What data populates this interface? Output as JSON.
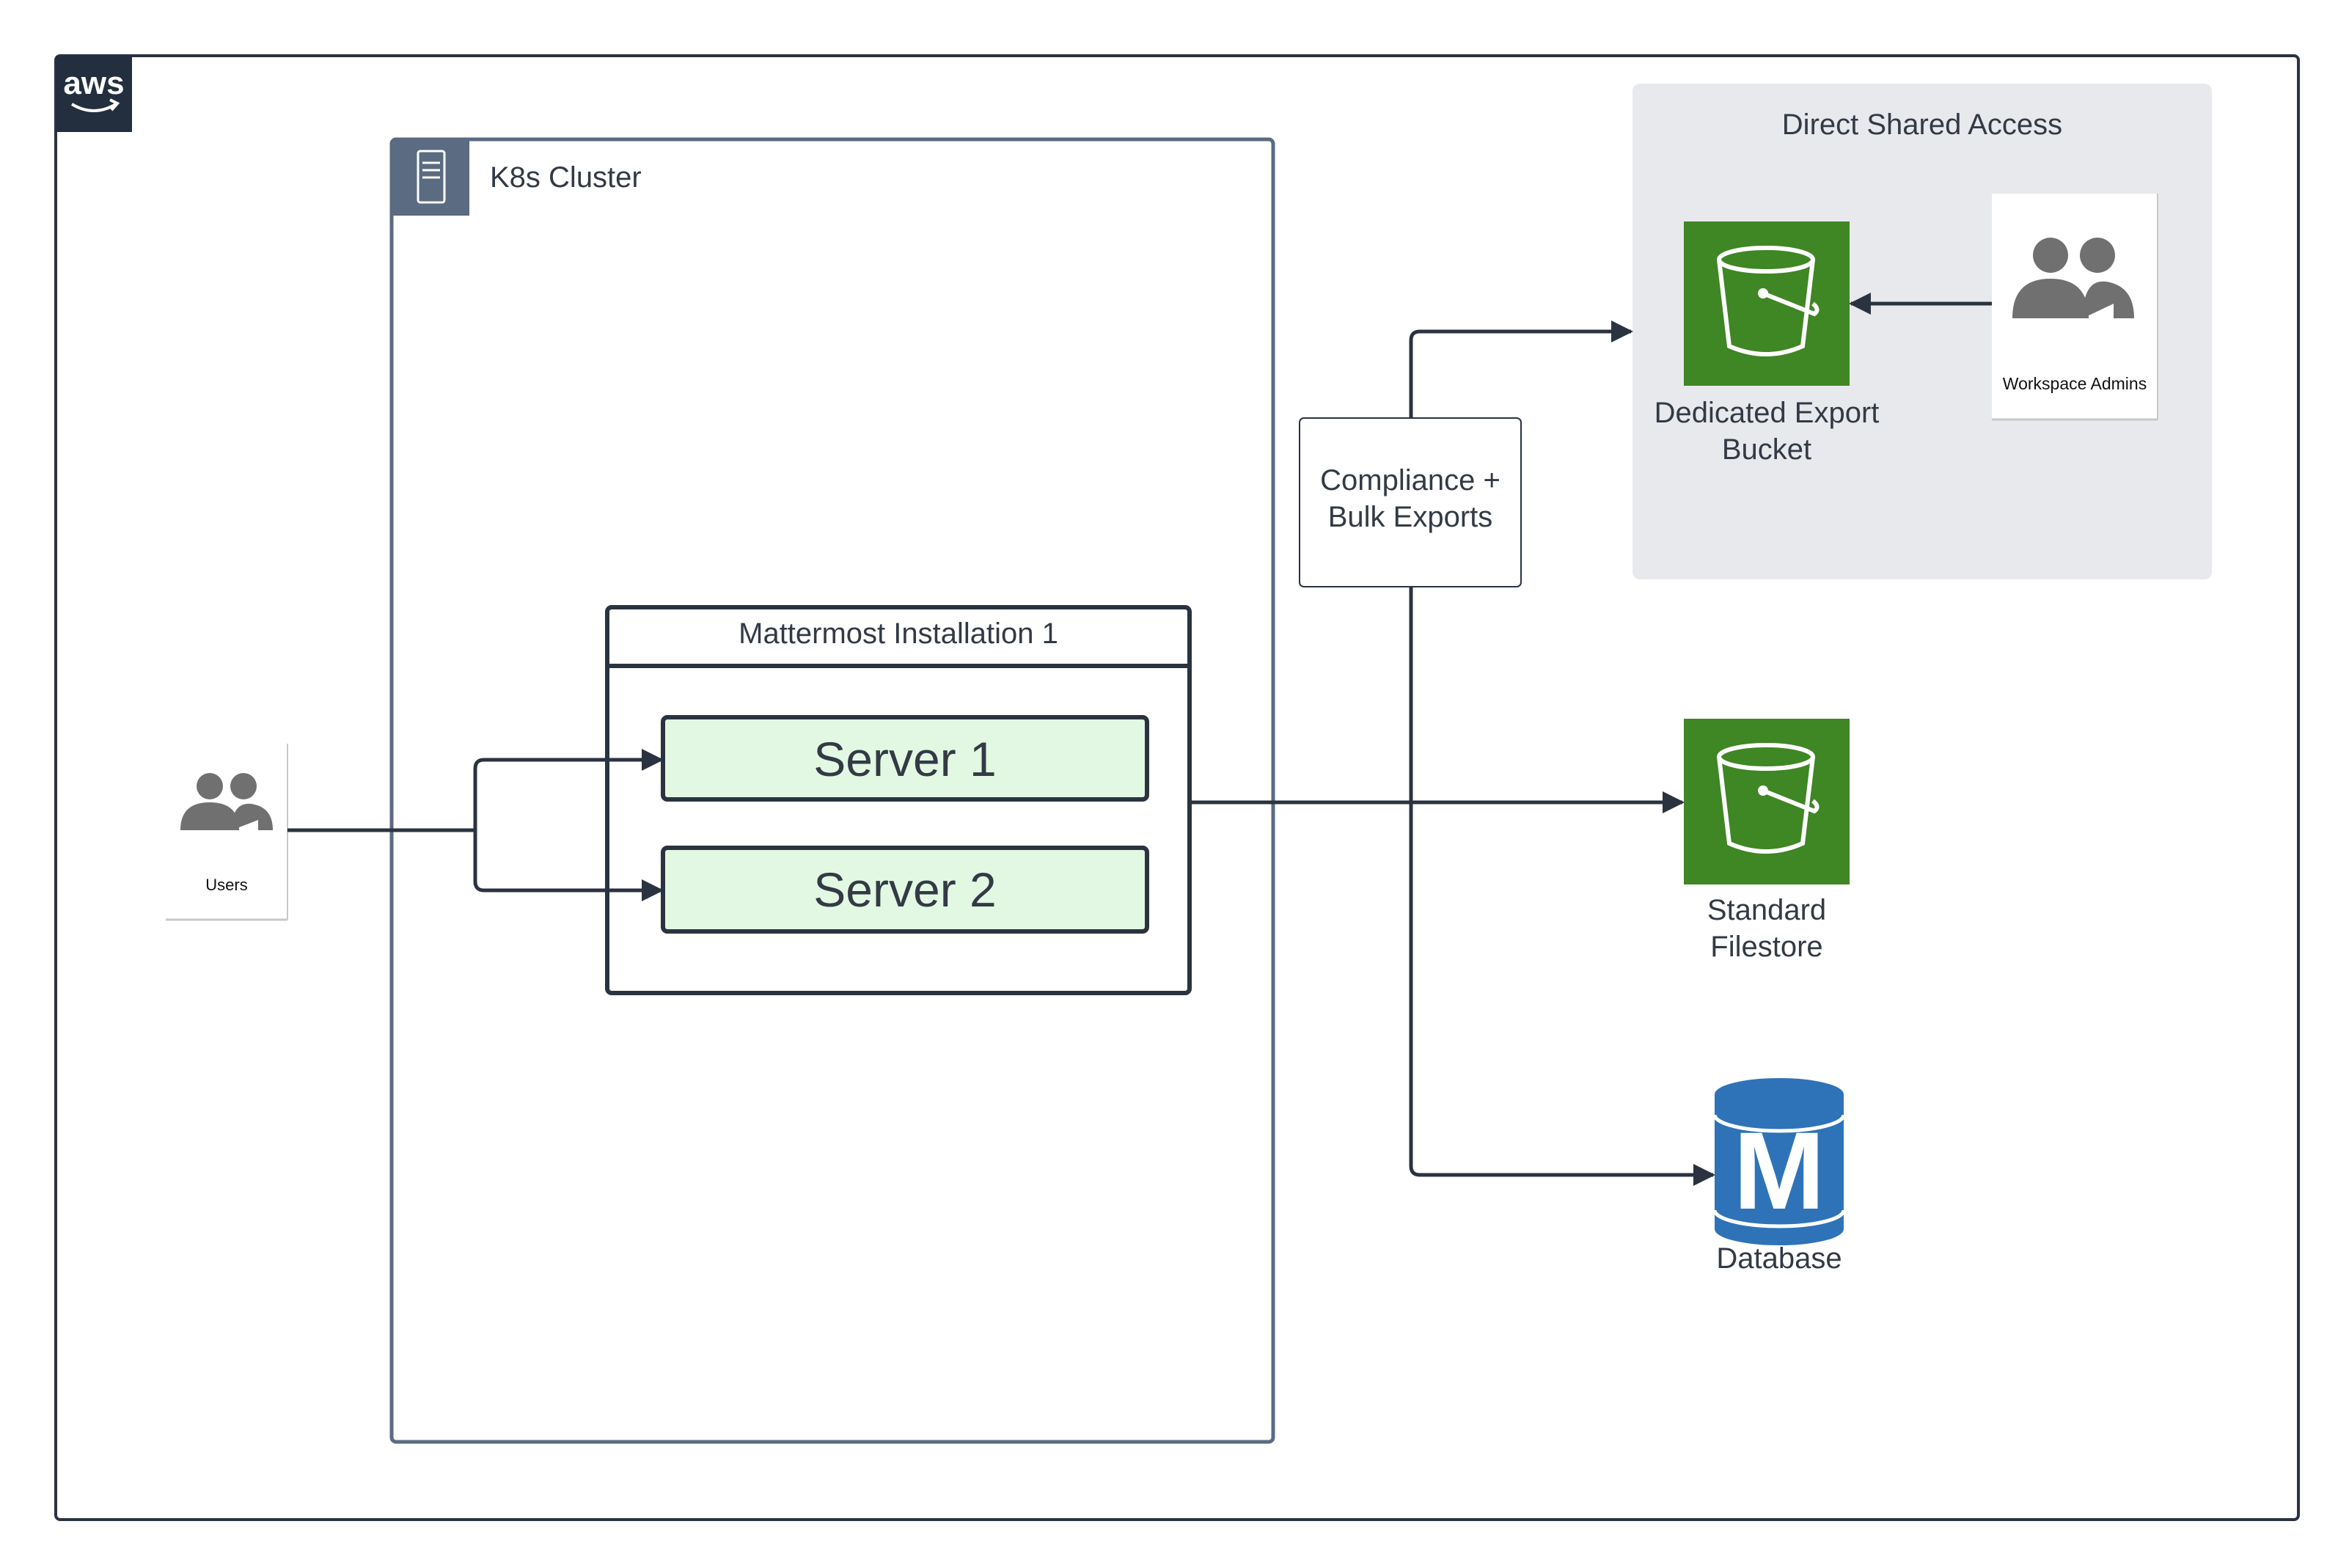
{
  "provider": {
    "logo_text": "aws"
  },
  "cluster": {
    "title": "K8s Cluster"
  },
  "installation": {
    "title": "Mattermost Installation 1",
    "servers": [
      "Server 1",
      "Server 2"
    ]
  },
  "actors": {
    "users": "Users",
    "admins": "Workspace Admins"
  },
  "shared_access": {
    "title": "Direct Shared Access"
  },
  "exports": {
    "line1": "Compliance +",
    "line2": "Bulk Exports"
  },
  "storage": {
    "export_bucket": {
      "line1": "Dedicated Export",
      "line2": "Bucket"
    },
    "filestore": {
      "line1": "Standard",
      "line2": "Filestore"
    },
    "database": {
      "label": "Database",
      "glyph": "M"
    }
  },
  "colors": {
    "border_dark": "#2b3340",
    "cluster_border": "#5a6b82",
    "group_bg": "#e8e9ed",
    "bucket_green": "#3f8624",
    "server_fill": "#e2f8e2",
    "db_blue": "#2e73b8",
    "icon_gray": "#707070"
  }
}
